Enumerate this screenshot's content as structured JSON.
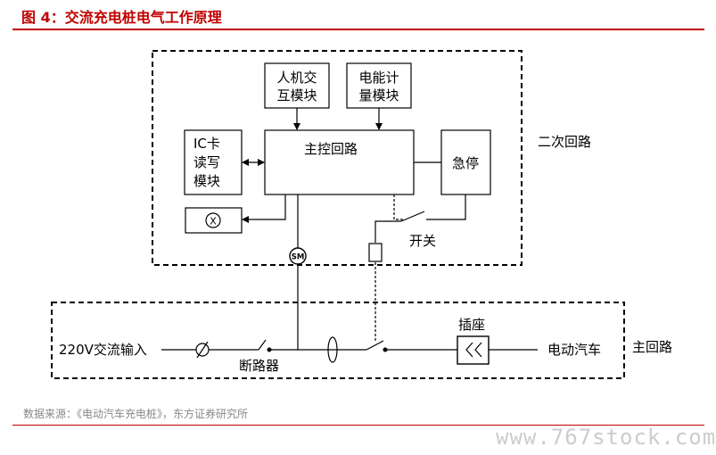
{
  "header": {
    "title": "图 4：交流充电桩电气工作原理"
  },
  "diagram": {
    "hmi_module": [
      "人机交",
      "互模块"
    ],
    "meter_module": [
      "电能计",
      "量模块"
    ],
    "main_control": "主控回路",
    "ic_module": [
      "IC卡",
      "读写",
      "模块"
    ],
    "emergency_stop": "急停",
    "switch": "开关",
    "secondary_circuit": "二次回路",
    "main_circuit": "主回路",
    "ac_input": "220V交流输入",
    "breaker": "断路器",
    "socket": "插座",
    "ev": "电动汽车",
    "sm_symbol": "SM",
    "lamp_symbol": "X"
  },
  "footer": {
    "source": "数据来源：《电动汽车充电桩》，东方证券研究所"
  },
  "watermark": "www.767stock.com"
}
